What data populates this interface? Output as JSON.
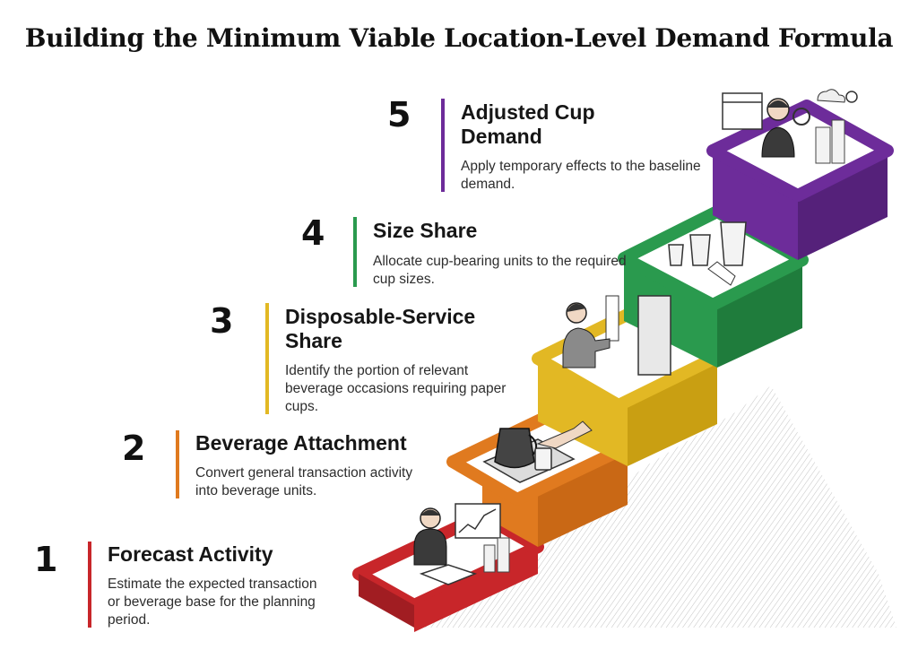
{
  "title": "Building the Minimum Viable Location-Level Demand Formula",
  "colors": {
    "step1": "#c8262a",
    "step2": "#e07a1f",
    "step3": "#e2b824",
    "step4": "#2a9a4e",
    "step5": "#6d2c9a"
  },
  "steps": [
    {
      "number": "1",
      "title": "Forecast Activity",
      "description": "Estimate the expected transaction or beverage base for the planning period.",
      "illustration": "businessman-reading-book-with-chart-icon"
    },
    {
      "number": "2",
      "title": "Beverage Attachment",
      "description": "Convert general transaction activity into beverage units.",
      "illustration": "coffee-pot-and-cup-tray-icon"
    },
    {
      "number": "3",
      "title": "Disposable-Service Share",
      "description": "Identify the portion of relevant beverage occasions requiring paper cups.",
      "illustration": "barista-at-cup-dispenser-icon"
    },
    {
      "number": "4",
      "title": "Size Share",
      "description": "Allocate cup-bearing units to the required cup sizes.",
      "illustration": "paper-cups-of-three-sizes-icon"
    },
    {
      "number": "5",
      "title": "Adjusted Cup Demand",
      "description": "Apply temporary effects to the baseline demand.",
      "illustration": "analyst-with-magnifier-calendar-weather-icon"
    }
  ]
}
